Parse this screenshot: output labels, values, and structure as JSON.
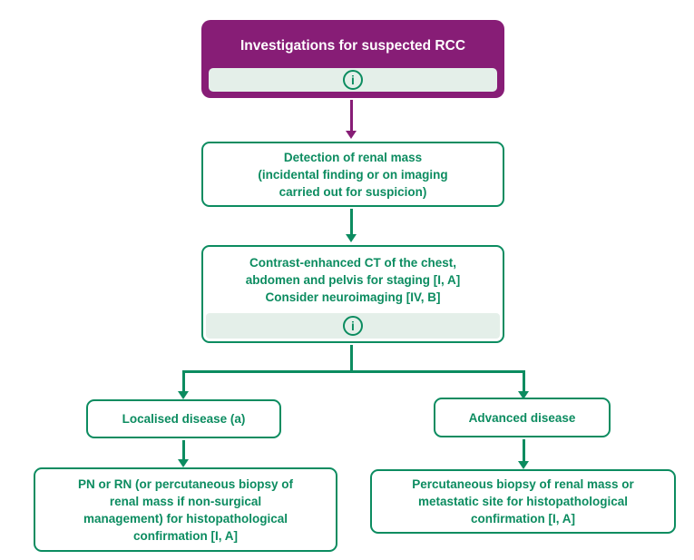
{
  "colors": {
    "header_bg": "#871d76",
    "header_text": "#ffffff",
    "accent_green": "#0c8c60",
    "info_bar_bg": "#e4efe9",
    "node_bg": "#ffffff"
  },
  "header": {
    "title": "Investigations for suspected RCC",
    "info_icon_glyph": "i"
  },
  "nodes": {
    "detection": {
      "lines": [
        "Detection of renal mass",
        "(incidental finding or on imaging",
        "carried out for suspicion)"
      ]
    },
    "ct_staging": {
      "lines": [
        "Contrast-enhanced CT of the chest,",
        "abdomen and pelvis for staging [I, A]",
        "Consider neuroimaging [IV, B]"
      ],
      "info_icon_glyph": "i"
    },
    "localised": {
      "label": "Localised disease (a)"
    },
    "advanced": {
      "label": "Advanced disease"
    },
    "localised_action": {
      "lines": [
        "PN or RN (or percutaneous biopsy of",
        "renal mass if non-surgical",
        "management) for histopathological",
        "confirmation [I, A]"
      ]
    },
    "advanced_action": {
      "lines": [
        "Percutaneous biopsy of renal mass or",
        "metastatic site for histopathological",
        "confirmation [I, A]"
      ]
    }
  }
}
